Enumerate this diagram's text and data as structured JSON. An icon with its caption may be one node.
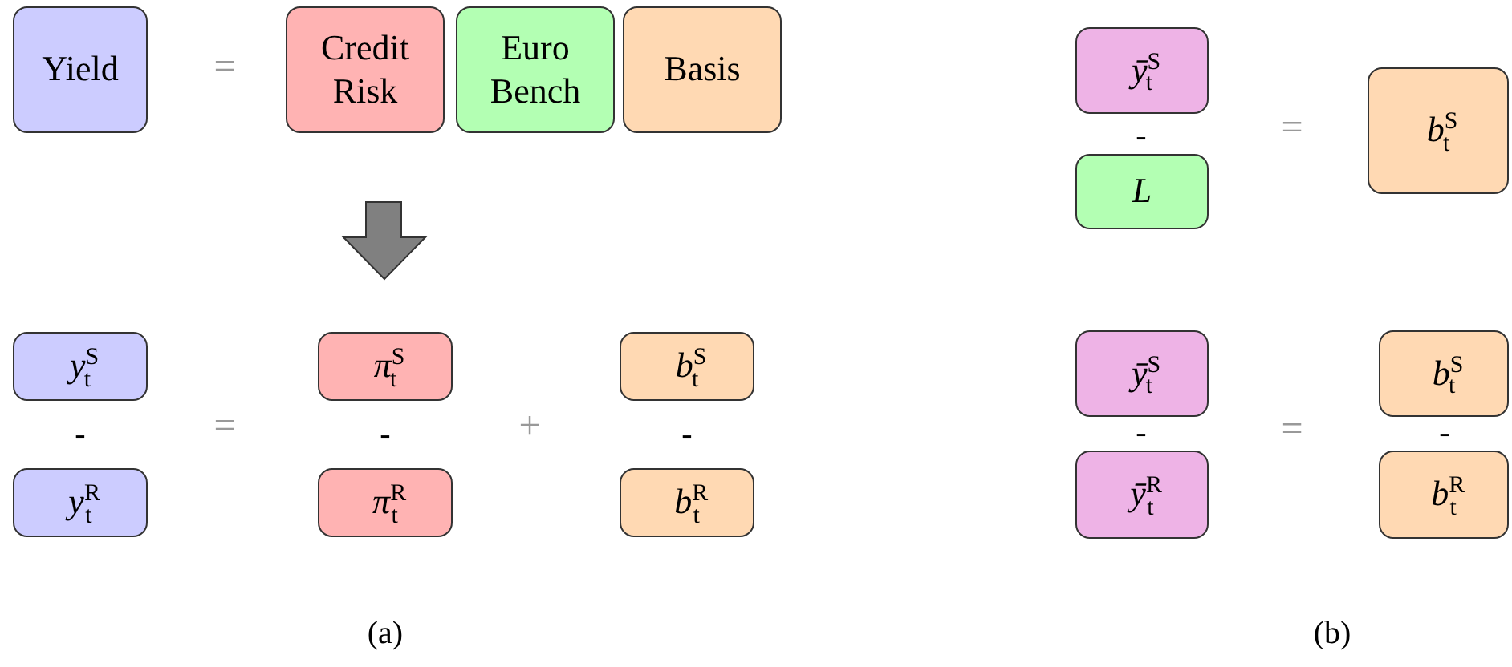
{
  "diagram": {
    "nodes": [
      {
        "text": [
          "Yield"
        ]
      },
      {
        "text": [
          "Credit Risk"
        ]
      },
      {
        "text": [
          "Euro Bench"
        ]
      },
      {
        "text": [
          "Basis"
        ]
      },
      {
        "text": [
          "*y*$^{S}$$_{t}$"
        ]
      },
      {
        "text": [
          "*y*$^{R}$$_{t}$"
        ]
      },
      {
        "text": [
          "*π*$^{S}$$_{t}$"
        ]
      },
      {
        "text": [
          "*π*$^{R}$$_{t}$"
        ]
      },
      {
        "text": [
          "*b*$^{S}$$_{t}$"
        ]
      },
      {
        "text": [
          "*b*$^{R}$$_{t}$"
        ]
      },
      {
        "text": [
          "*ȳ*$^{S}$$_{t}$"
        ]
      },
      {
        "text": [
          "*L*"
        ]
      },
      {
        "text": [
          "*b*$^{S}$$_{t}$"
        ]
      },
      {
        "text": [
          "*ȳ*$^{S}$$_{t}$"
        ]
      },
      {
        "text": [
          "*ȳ*$^{R}$$_{t}$"
        ]
      },
      {
        "text": [
          "*b*$^{S}$$_{t}$"
        ]
      },
      {
        "text": [
          "*b*$^{R}$$_{t}$"
        ]
      }
    ],
    "labels": [
      "=",
      "-",
      "=",
      "-",
      "=",
      "-",
      "+",
      "-",
      "-",
      "=",
      "-",
      "(a)",
      "(b)"
    ]
  }
}
